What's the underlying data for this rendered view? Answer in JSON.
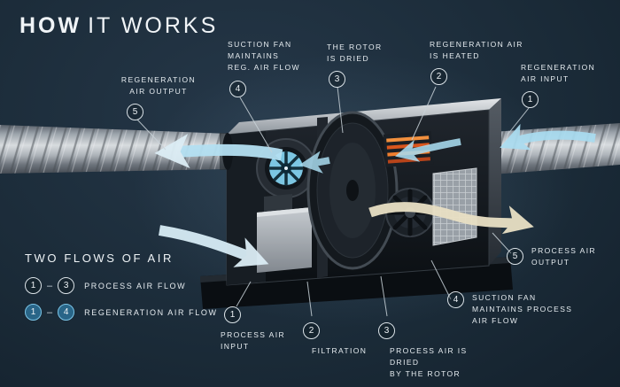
{
  "title": {
    "primary": "HOW",
    "secondary": "IT WORKS"
  },
  "callouts": [
    {
      "id": "regeneration-air-output",
      "number": "5",
      "label": "REGENERATION\nAIR OUTPUT"
    },
    {
      "id": "suction-fan-reg",
      "number": "4",
      "label": "SUCTION FAN\nMAINTAINS\nREG. AIR FLOW"
    },
    {
      "id": "rotor-is-dried",
      "number": "3",
      "label": "THE ROTOR\nIS DRIED"
    },
    {
      "id": "regeneration-air-heated",
      "number": "2",
      "label": "REGENERATION AIR\nIS HEATED"
    },
    {
      "id": "regeneration-air-input",
      "number": "1",
      "label": "REGENERATION\nAIR INPUT"
    },
    {
      "id": "process-air-output",
      "number": "5",
      "label": "PROCESS AIR\nOUTPUT"
    },
    {
      "id": "suction-fan-process",
      "number": "4",
      "label": "SUCTION FAN\nMAINTAINS PROCESS\nAIR FLOW"
    },
    {
      "id": "process-air-dried",
      "number": "3",
      "label": "PROCESS AIR IS DRIED\nBY THE ROTOR"
    },
    {
      "id": "filtration",
      "number": "2",
      "label": "FILTRATION"
    },
    {
      "id": "process-air-input",
      "number": "1",
      "label": "PROCESS AIR\nINPUT"
    }
  ],
  "legend": {
    "title": "TWO FLOWS OF AIR",
    "separator": "–",
    "rows": [
      {
        "from": "1",
        "to": "3",
        "label": "PROCESS AIR FLOW"
      },
      {
        "from": "1",
        "to": "4",
        "label": "REGENERATION AIR FLOW"
      }
    ]
  },
  "colors": {
    "background": "#16242f",
    "regeneration_flow_blue": "#a9dcf0",
    "process_flow_cream": "#e9e0c4",
    "heater_orange": "#e06a2b",
    "duct_metal": "#b9bfc5"
  }
}
